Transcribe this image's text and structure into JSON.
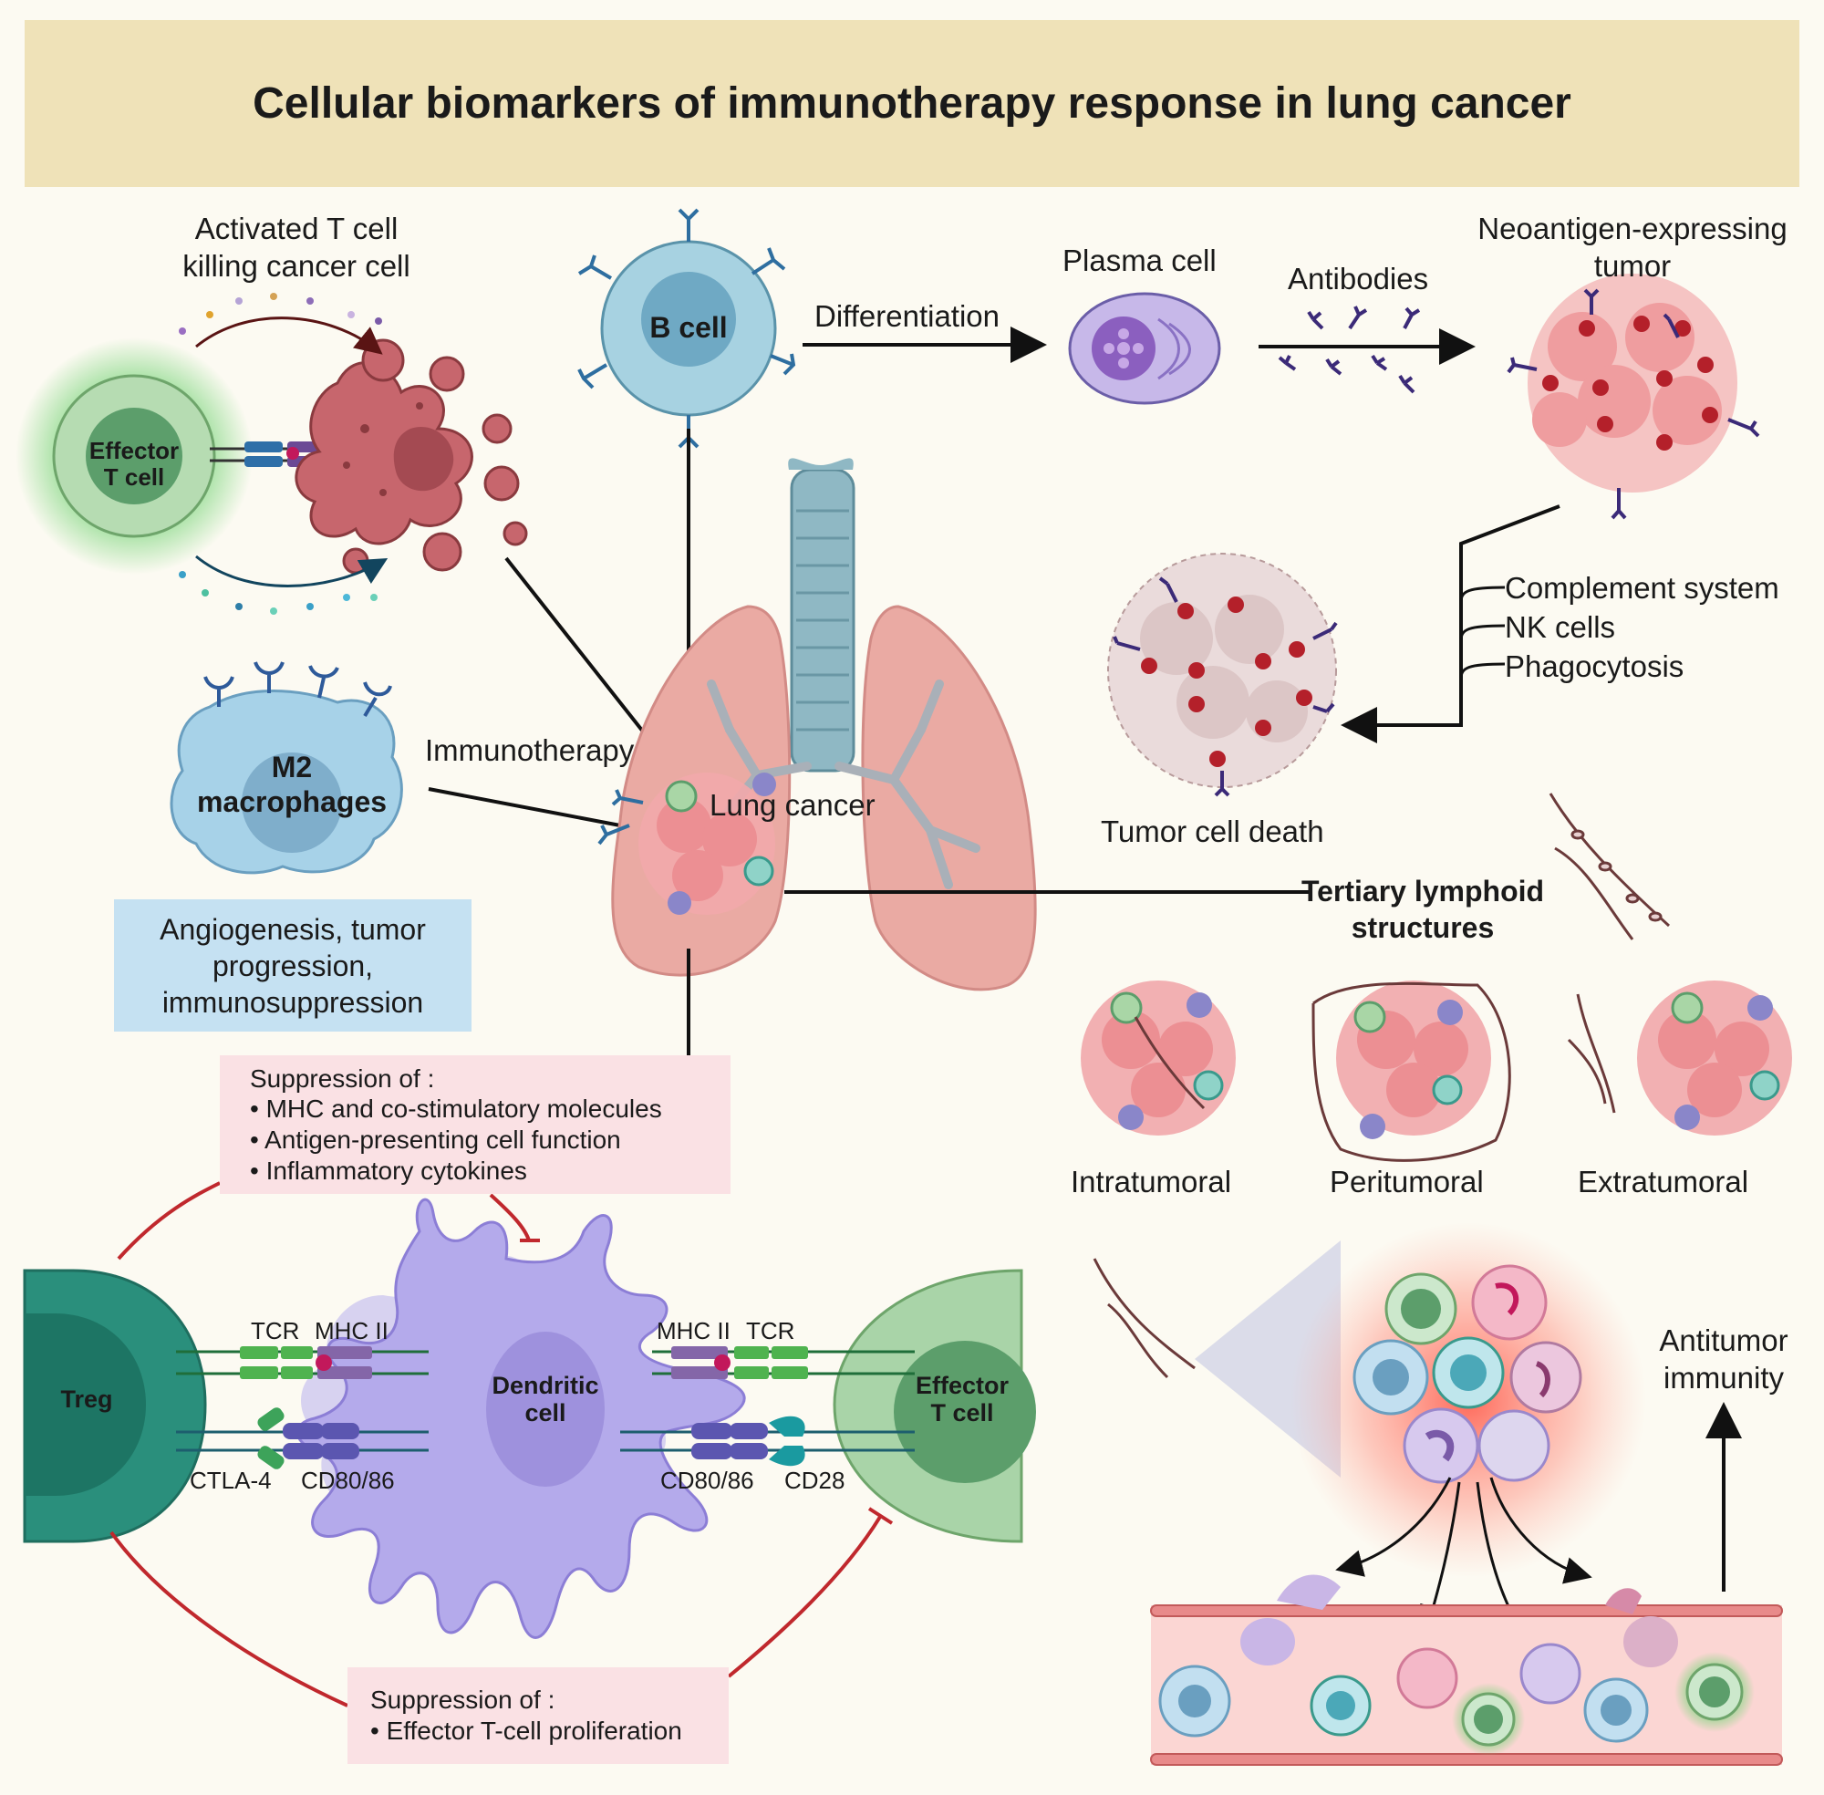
{
  "title": "Cellular biomarkers of immunotherapy response in lung cancer",
  "top_left": {
    "caption_line1": "Activated T cell",
    "caption_line2": "killing cancer cell",
    "effector_line1": "Effector",
    "effector_line2": "T cell"
  },
  "b_cell": "B cell",
  "differentiation": "Differentiation",
  "plasma_cell": "Plasma cell",
  "antibodies": "Antibodies",
  "neoantigen_line1": "Neoantigen-expressing",
  "neoantigen_line2": "tumor",
  "mechanisms": [
    "Complement system",
    "NK cells",
    "Phagocytosis"
  ],
  "tumor_cell_death": "Tumor cell death",
  "m2": {
    "line1": "M2",
    "line2": "macrophages",
    "effects": [
      "Angiogenesis, tumor",
      "progression,",
      "immunosuppression"
    ]
  },
  "immunotherapy": "Immunotherapy",
  "lung_cancer": "Lung cancer",
  "tls": {
    "line1": "Tertiary lymphoid",
    "line2": "structures",
    "types": [
      "Intratumoral",
      "Peritumoral",
      "Extratumoral"
    ]
  },
  "dc_suppression": {
    "heading": "Suppression of :",
    "items": [
      "• MHC and co-stimulatory molecules",
      "• Antigen-presenting cell function",
      "• Inflammatory cytokines"
    ]
  },
  "synapse": {
    "treg": "Treg",
    "dc_line1": "Dendritic",
    "dc_line2": "cell",
    "eff_line1": "Effector",
    "eff_line2": "T cell",
    "tcr_left": "TCR",
    "mhc_left": "MHC II",
    "mhc_right": "MHC II",
    "tcr_right": "TCR",
    "ctla4": "CTLA-4",
    "cd80_left": "CD80/86",
    "cd80_right": "CD80/86",
    "cd28": "CD28"
  },
  "treg_suppression": {
    "heading": "Suppression of :",
    "items": [
      "• Effector T-cell proliferation"
    ]
  },
  "antitumor_line1": "Antitumor",
  "antitumor_line2": "immunity",
  "colors": {
    "header": "#efe2b8",
    "tumor": "#e8a0a0",
    "suppression_red": "#c0282d",
    "dendritic": "#b4aaeb",
    "treg": "#2a8f7c",
    "effector": "#a9d4a8"
  }
}
